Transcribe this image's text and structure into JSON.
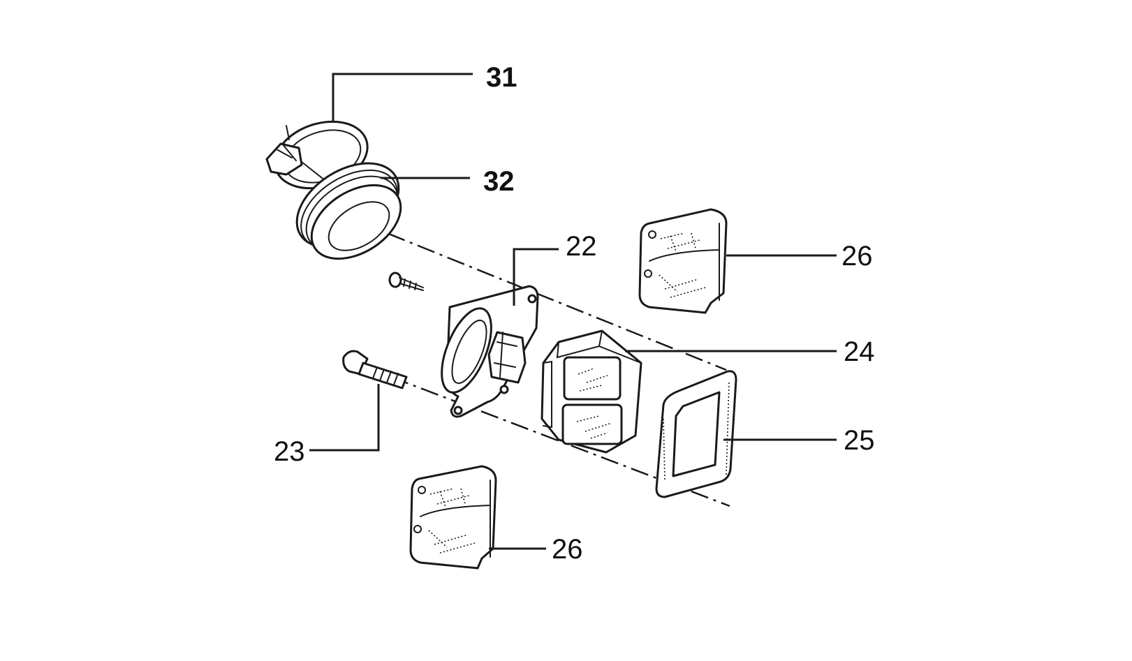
{
  "labels": {
    "p31": "31",
    "p32": "32",
    "p22": "22",
    "p26_top": "26",
    "p24": "24",
    "p25": "25",
    "p23": "23",
    "p26_bottom": "26"
  }
}
